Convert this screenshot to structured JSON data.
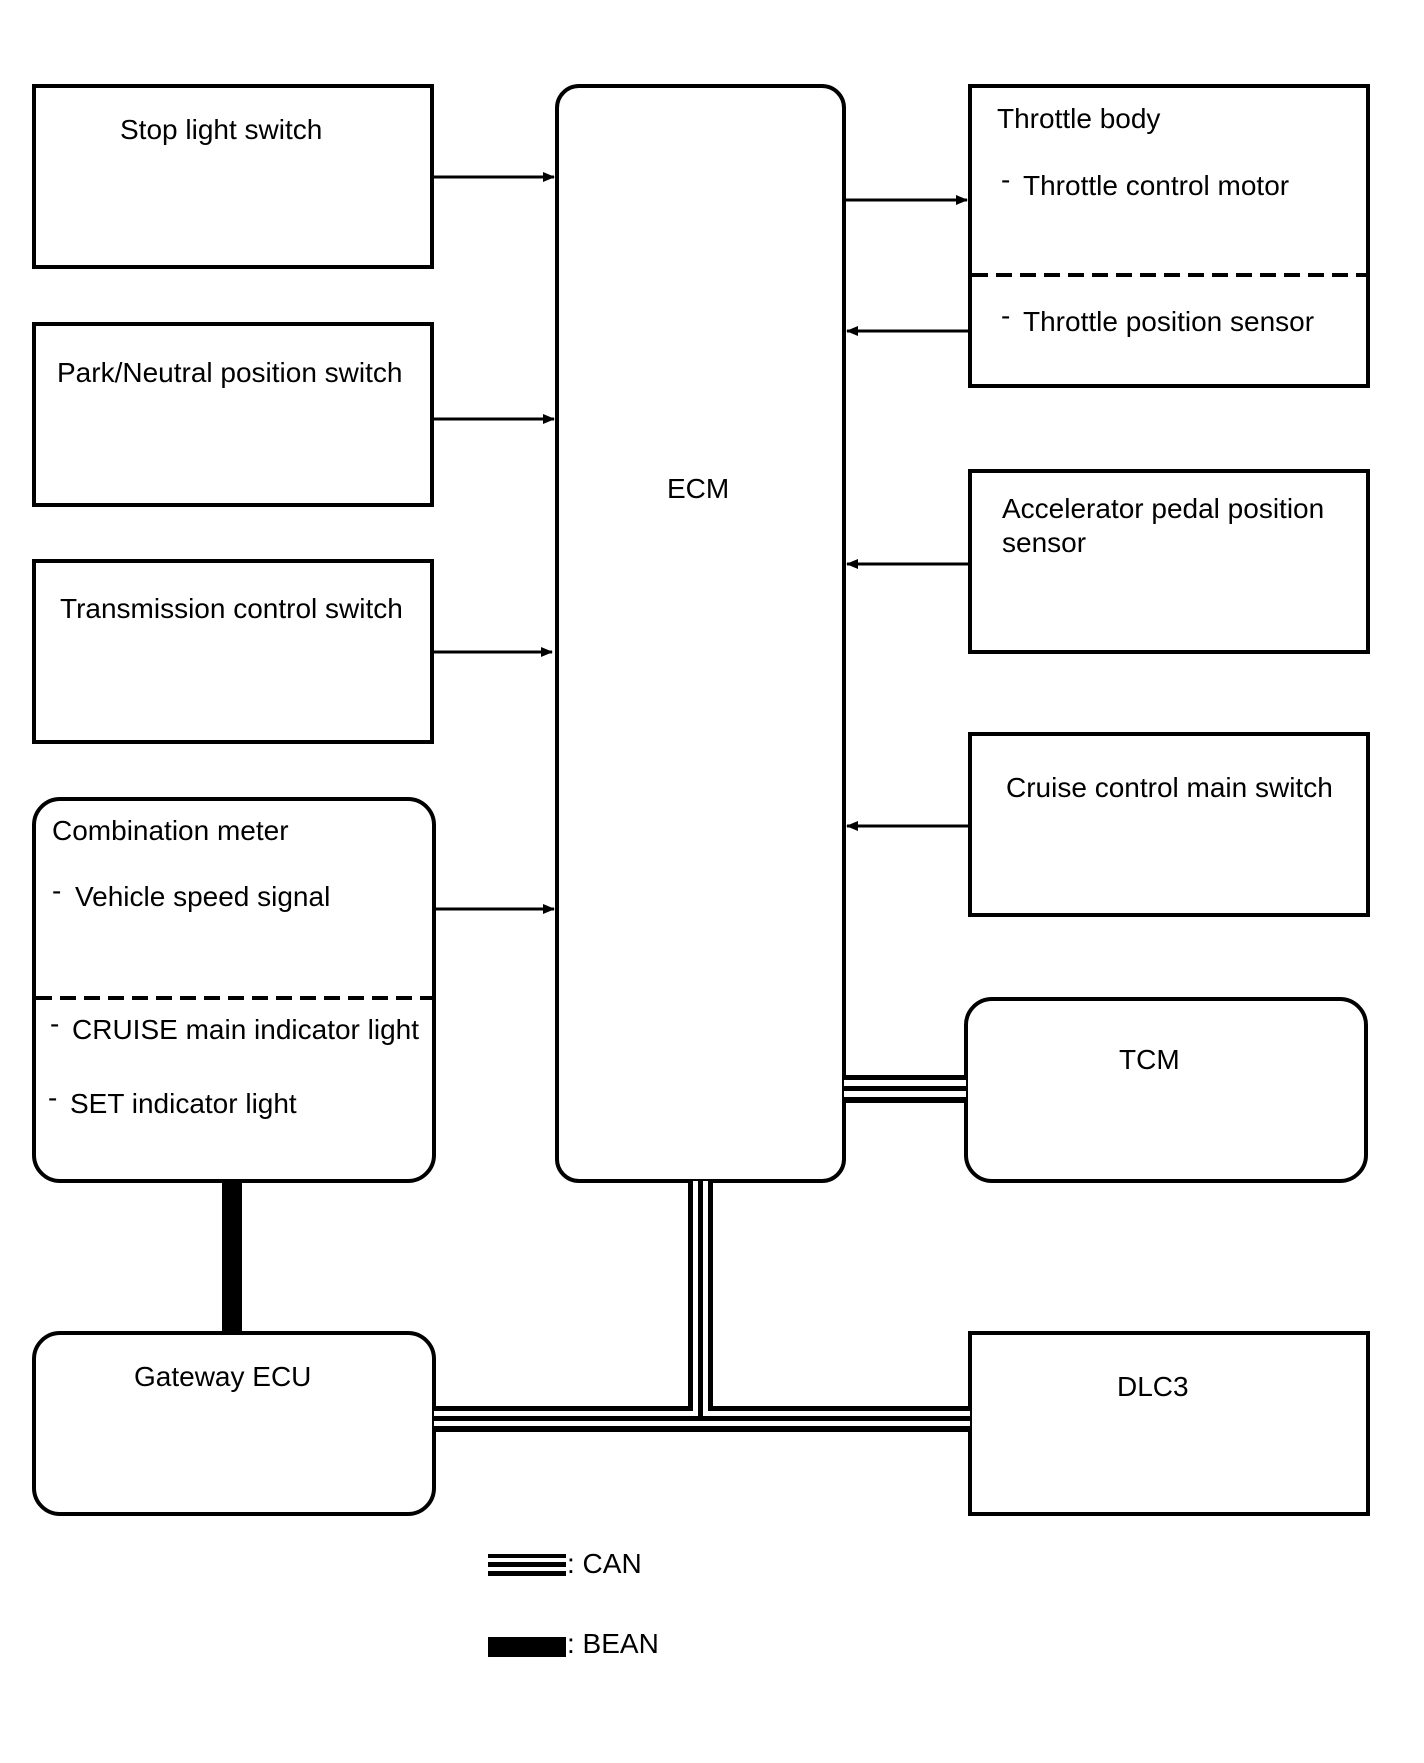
{
  "colors": {
    "stroke": "#000000",
    "background": "#ffffff"
  },
  "blocks": {
    "stop_light_switch": "Stop light switch",
    "park_neutral_switch": "Park/Neutral position switch",
    "transmission_control_switch": "Transmission control switch",
    "combination_meter": {
      "title": "Combination meter",
      "dash": "-",
      "items": [
        "Vehicle speed signal",
        "CRUISE main indicator light",
        "SET indicator light"
      ]
    },
    "ecm": "ECM",
    "throttle_body": {
      "title": "Throttle body",
      "dash": "-",
      "items": [
        "Throttle control motor",
        "Throttle position sensor"
      ]
    },
    "accelerator_pedal_sensor": {
      "line1": "Accelerator pedal position",
      "line2": "sensor"
    },
    "cruise_main_switch": "Cruise control main switch",
    "tcm": "TCM",
    "gateway_ecu": "Gateway ECU",
    "dlc3": "DLC3"
  },
  "legend": {
    "can": ": CAN",
    "bean": ": BEAN"
  }
}
